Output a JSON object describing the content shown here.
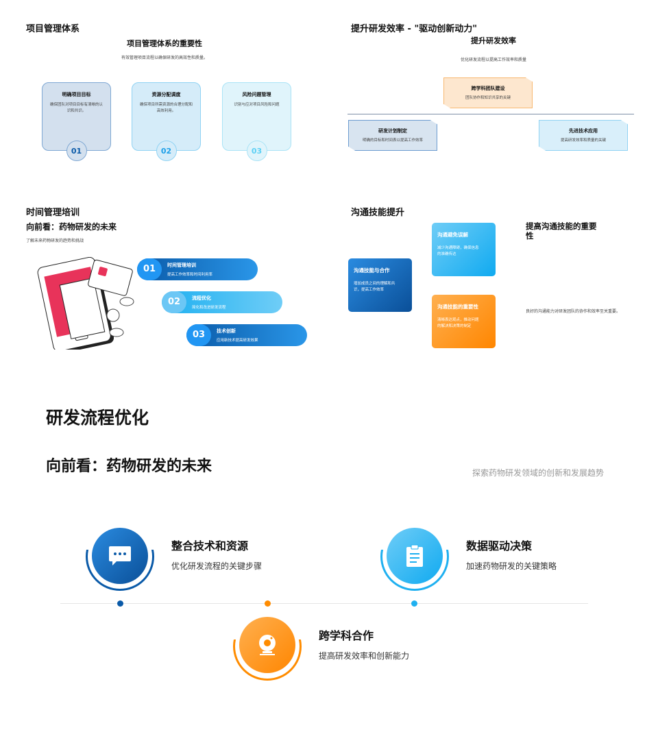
{
  "panel1": {
    "title": "项目管理体系",
    "heading": "项目管理体系的重要性",
    "subtitle": "有效管理项目流程以确保研发的高效性和质量。",
    "cards": [
      {
        "title": "明确项目目标",
        "desc": "确保团队对项目目标有清晰的认识和共识。",
        "num": "01"
      },
      {
        "title": "资源分配调度",
        "desc": "确保项目所需资源的合理分配和高效利用。",
        "num": "02"
      },
      {
        "title": "风险问题管理",
        "desc": "识别与应对项目风险和问题",
        "num": "03"
      }
    ]
  },
  "panel2": {
    "title": "提升研发效率 - \"驱动创新动力\"",
    "heading": "提升研发效率",
    "subtitle": "优化研发流程以提高工作效率和质量",
    "items": [
      {
        "title": "跨学科团队建设",
        "desc": "团队协作和知识共享的关键"
      },
      {
        "title": "研发计划制定",
        "desc": "明确的目标和时间表以提高工作效率"
      },
      {
        "title": "先进技术应用",
        "desc": "提高研发效率和质量的关键"
      }
    ]
  },
  "panel3": {
    "title": "时间管理培训",
    "heading": "向前看：药物研发的未来",
    "subtitle": "了解未来药物研发的趋势和挑战",
    "steps": [
      {
        "num": "01",
        "title": "时间管理培训",
        "desc": "提高工作效率和时间利用率"
      },
      {
        "num": "02",
        "title": "流程优化",
        "desc": "简化和改进研发流程"
      },
      {
        "num": "03",
        "title": "技术创新",
        "desc": "应用新技术提高研发效果"
      }
    ]
  },
  "panel4": {
    "title": "沟通技能提升",
    "heading": "提高沟通技能的重要性",
    "desc": "良好的沟通能力对研发团队的协作和效率至关重要。",
    "cards": [
      {
        "title": "沟通技能与合作",
        "desc": "增加成员之间的理解和共识，提高工作效率"
      },
      {
        "title": "沟通避免误解",
        "desc": "减少沟通障碍，确保信息的准确传达"
      },
      {
        "title": "沟通技能的重要性",
        "desc": "清晰表达观点，推动问题的解决和决策的制定"
      }
    ]
  },
  "slide": {
    "title": "研发流程优化",
    "heading": "向前看：药物研发的未来",
    "subtitle": "探索药物研发领域的创新和发展趋势",
    "features": [
      {
        "title": "整合技术和资源",
        "desc": "优化研发流程的关键步骤",
        "icon": "chat-icon"
      },
      {
        "title": "数据驱动决策",
        "desc": "加速药物研发的关键策略",
        "icon": "clipboard-icon"
      },
      {
        "title": "跨学科合作",
        "desc": "提高研发效率和创新能力",
        "icon": "webcam-icon"
      }
    ]
  },
  "colors": {
    "dark_blue": "#0a5aa8",
    "light_blue": "#1fb0f0",
    "orange": "#ff8c00"
  }
}
